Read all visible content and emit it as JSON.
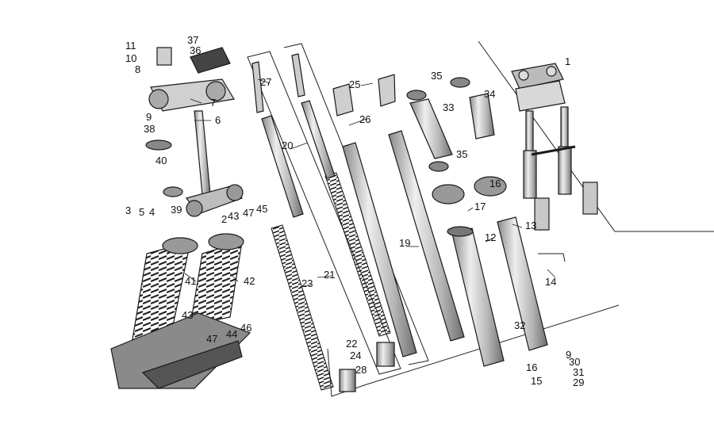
{
  "diagram": {
    "callouts": [
      "1",
      "2",
      "3",
      "4",
      "5",
      "6",
      "7",
      "8",
      "9",
      "10",
      "11",
      "12",
      "13",
      "14",
      "15",
      "16",
      "17",
      "19",
      "20",
      "21",
      "22",
      "23",
      "24",
      "25",
      "26",
      "27",
      "28",
      "29",
      "30",
      "31",
      "32",
      "33",
      "34",
      "35",
      "36",
      "37",
      "38",
      "39",
      "40",
      "41",
      "42",
      "43",
      "44",
      "45",
      "46",
      "47"
    ],
    "colors": {
      "ink": "#1a1a1a",
      "metal": "#cfcfcf",
      "shade": "#7a7a7a",
      "background": "#ffffff"
    }
  }
}
